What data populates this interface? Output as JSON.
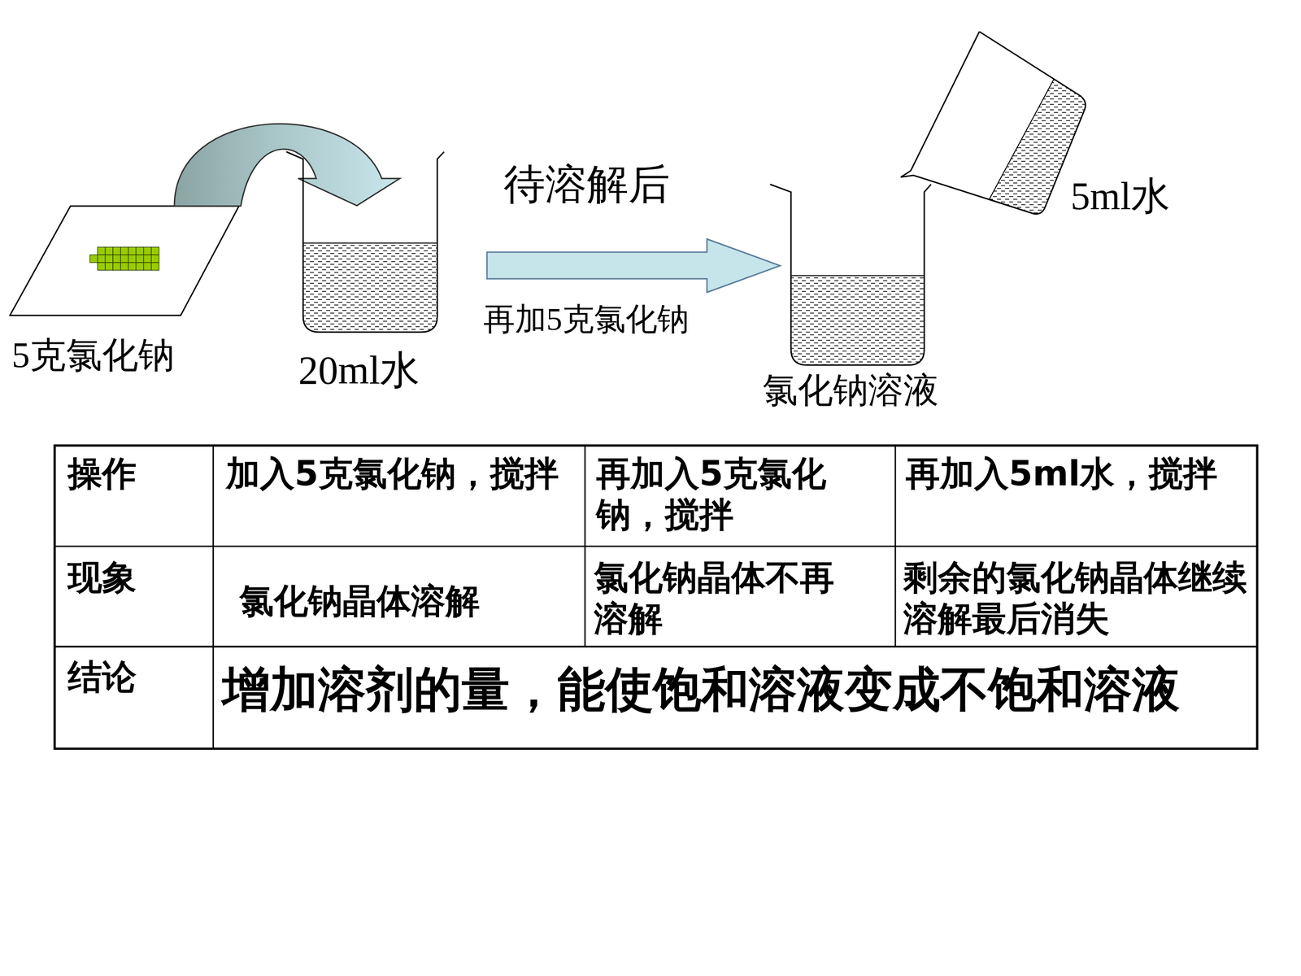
{
  "diagram": {
    "labels": [
      "5克氯化钠",
      "20ml水",
      "待溶解后",
      "再加5克氯化钠",
      "氯化钠溶液",
      "5ml水",
      "操作",
      "加入5克氯化钠，搅拌",
      "再加入5克氯化钠，搅拌",
      "再加入5ml水，搅拌",
      "现象",
      "氯化钠晶体溶解",
      "氯化钠晶体不再溶解",
      "剩余的氯化钠晶体继续溶解最后消失",
      "结论",
      "增加溶剂的量，能使饱和溶液变成不饱和溶液"
    ]
  }
}
